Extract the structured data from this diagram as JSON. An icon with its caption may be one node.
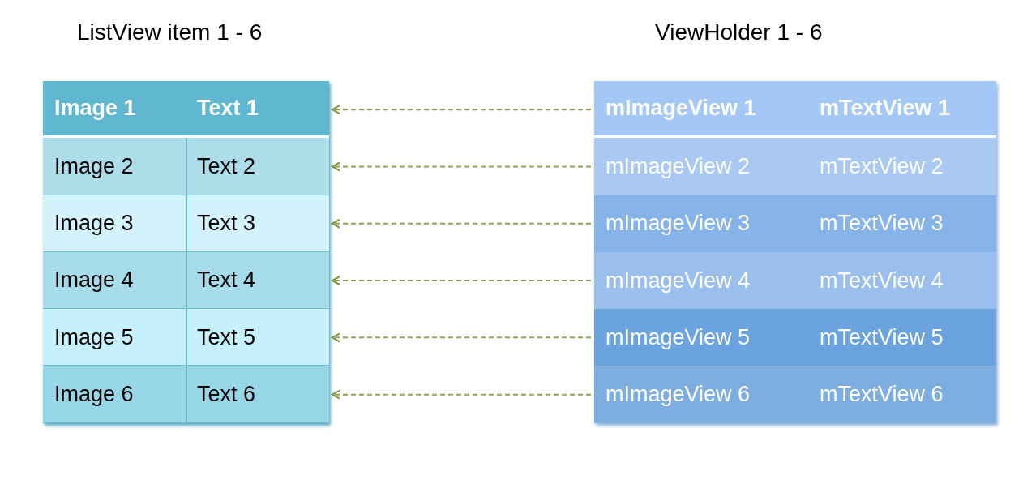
{
  "diagram": {
    "nodes": [
      {
        "text": [
          "ListView item 1 - 6"
        ]
      },
      {
        "text": [
          "Image 1",
          "Text 1"
        ],
        "in": 0
      },
      {
        "text": [
          "Image 2",
          "Text 2"
        ],
        "in": 0
      },
      {
        "text": [
          "Image 3",
          "Text 3"
        ],
        "in": 0
      },
      {
        "text": [
          "Image 4",
          "Text 4"
        ],
        "in": 0
      },
      {
        "text": [
          "Image 5",
          "Text 5"
        ],
        "in": 0
      },
      {
        "text": [
          "Image 6",
          "Text 6"
        ],
        "in": 0
      },
      {
        "text": [
          "ViewHolder 1 - 6"
        ]
      },
      {
        "text": [
          "mImageView 1",
          "mTextView 1"
        ],
        "in": 7
      },
      {
        "text": [
          "mImageView 2",
          "mTextView 2"
        ],
        "in": 7
      },
      {
        "text": [
          "mImageView 3",
          "mTextView 3"
        ],
        "in": 7
      },
      {
        "text": [
          "mImageView 4",
          "mTextView 4"
        ],
        "in": 7
      },
      {
        "text": [
          "mImageView 5",
          "mTextView 5"
        ],
        "in": 7
      },
      {
        "text": [
          "mImageView 6",
          "mTextView 6"
        ],
        "in": 7
      }
    ],
    "edges": [
      {
        "from": 8,
        "to": 1,
        "arrow": "to",
        "style": "dashed"
      },
      {
        "from": 9,
        "to": 2,
        "arrow": "to",
        "style": "dashed"
      },
      {
        "from": 10,
        "to": 3,
        "arrow": "to",
        "style": "dashed"
      },
      {
        "from": 11,
        "to": 4,
        "arrow": "to",
        "style": "dashed"
      },
      {
        "from": 12,
        "to": 5,
        "arrow": "to",
        "style": "dashed"
      },
      {
        "from": 13,
        "to": 6,
        "arrow": "to",
        "style": "dashed"
      }
    ]
  }
}
